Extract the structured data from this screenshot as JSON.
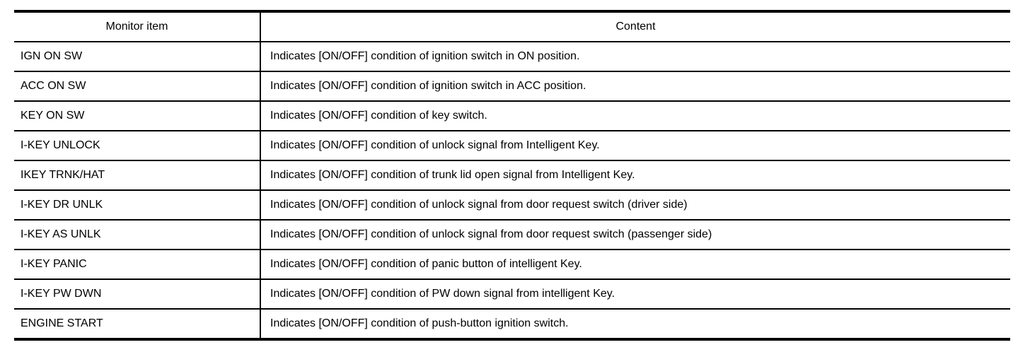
{
  "table": {
    "headers": {
      "monitor_item": "Monitor item",
      "content": "Content"
    },
    "rows": [
      {
        "monitor_item": "IGN ON SW",
        "content": "Indicates [ON/OFF] condition of ignition switch in ON position."
      },
      {
        "monitor_item": "ACC ON SW",
        "content": "Indicates [ON/OFF] condition of ignition switch in ACC position."
      },
      {
        "monitor_item": "KEY ON SW",
        "content": "Indicates [ON/OFF] condition of key switch."
      },
      {
        "monitor_item": "I-KEY UNLOCK",
        "content": "Indicates [ON/OFF] condition of unlock signal from Intelligent Key."
      },
      {
        "monitor_item": "IKEY TRNK/HAT",
        "content": "Indicates [ON/OFF] condition of trunk lid open signal from Intelligent Key."
      },
      {
        "monitor_item": "I-KEY DR UNLK",
        "content": "Indicates [ON/OFF] condition of unlock signal from door request switch (driver side)"
      },
      {
        "monitor_item": "I-KEY AS UNLK",
        "content": "Indicates [ON/OFF] condition of unlock signal from door request switch (passenger side)"
      },
      {
        "monitor_item": "I-KEY PANIC",
        "content": "Indicates [ON/OFF] condition of panic button of intelligent Key."
      },
      {
        "monitor_item": "I-KEY PW DWN",
        "content": "Indicates [ON/OFF] condition of PW down signal from intelligent Key."
      },
      {
        "monitor_item": "ENGINE START",
        "content": "Indicates [ON/OFF] condition of push-button ignition switch."
      }
    ],
    "colors": {
      "border": "#000000",
      "text": "#000000",
      "background": "#ffffff"
    }
  }
}
